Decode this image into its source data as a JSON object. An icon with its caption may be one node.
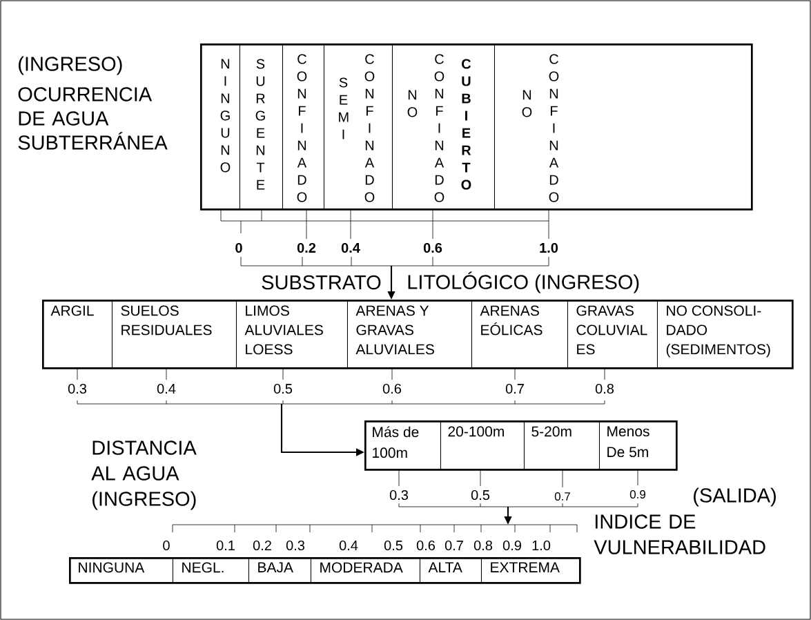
{
  "diagram": {
    "nodes": [
      {
        "text": [],
        "shape": "box"
      },
      {
        "text": [
          "NINGUNO"
        ],
        "in": 0
      },
      {
        "text": [
          "SURGENTE"
        ],
        "in": 0
      },
      {
        "text": [
          "CONFINADO"
        ],
        "in": 0,
        "beside": [
          "0.2"
        ]
      },
      {
        "text": [
          "SEMI",
          "CONFINADO"
        ],
        "in": 0,
        "beside": [
          "0.4"
        ]
      },
      {
        "text": [
          "NO",
          "CONFINADO",
          "CUBIERTO"
        ],
        "in": 0,
        "beside": [
          "0.6"
        ]
      },
      {
        "text": [
          "NO",
          "CONFINADO"
        ],
        "in": 0,
        "beside": [
          "1.0"
        ]
      },
      {
        "text": [],
        "shape": "box"
      },
      {
        "text": [
          "ARGIL"
        ],
        "in": 7,
        "beside": [
          "0.3"
        ]
      },
      {
        "text": [
          "SUELOS RESIDUALES"
        ],
        "in": 7,
        "beside": [
          "0.4"
        ]
      },
      {
        "text": [
          "LIMOS ALUVIALES LOESS"
        ],
        "in": 7,
        "beside": [
          "0.5"
        ]
      },
      {
        "text": [
          "ARENAS Y GRAVAS ALUVIALES"
        ],
        "in": 7,
        "beside": [
          "0.6"
        ]
      },
      {
        "text": [
          "ARENAS EÓLICAS"
        ],
        "in": 7,
        "beside": [
          "0.7"
        ]
      },
      {
        "text": [
          "GRAVAS COLUVIAL ES"
        ],
        "in": 7,
        "beside": [
          "0.8"
        ]
      },
      {
        "text": [
          "NO CONSOLI- DADO (SEDIMENTOS)"
        ],
        "in": 7
      },
      {
        "text": [],
        "shape": "box"
      },
      {
        "text": [
          "Más de 100m"
        ],
        "in": 15,
        "beside": [
          "0.3"
        ]
      },
      {
        "text": [
          "20-100m"
        ],
        "in": 15,
        "beside": [
          "0.5"
        ]
      },
      {
        "text": [
          "5-20m"
        ],
        "in": 15,
        "beside": [
          "0.7"
        ]
      },
      {
        "text": [
          "Menos De 5m"
        ],
        "in": 15,
        "beside": [
          "0.9"
        ]
      },
      {
        "text": [],
        "shape": "box"
      },
      {
        "text": [
          "NINGUNA"
        ],
        "in": 20
      },
      {
        "text": [
          "NEGL."
        ],
        "in": 20
      },
      {
        "text": [
          "BAJA"
        ],
        "in": 20
      },
      {
        "text": [
          "MODERADA"
        ],
        "in": 20
      },
      {
        "text": [
          "ALTA"
        ],
        "in": 20
      },
      {
        "text": [
          "EXTREMA"
        ],
        "in": 20
      },
      {
        "text": [],
        "shape": "bar"
      }
    ],
    "edges": [
      {
        "from": null,
        "to": 7,
        "arrow": "to"
      },
      {
        "from": null,
        "to": 15,
        "arrow": "to"
      },
      {
        "from": null,
        "to": 27,
        "arrow": "to"
      }
    ],
    "labels": [
      "(INGRESO)",
      "OCURRENCIA DE AGUA SUBTERRÁNEA",
      "0",
      "SUBSTRATO",
      "LITOLÓGICO (INGRESO)",
      "DISTANCIA AL AGUA (INGRESO)",
      "(SALIDA)",
      "INDICE DE VULNERABILIDAD",
      "0",
      "0.1",
      "0.2",
      "0.3",
      "0.4",
      "0.5",
      "0.6",
      "0.7",
      "0.8",
      "0.9",
      "1.0"
    ]
  }
}
